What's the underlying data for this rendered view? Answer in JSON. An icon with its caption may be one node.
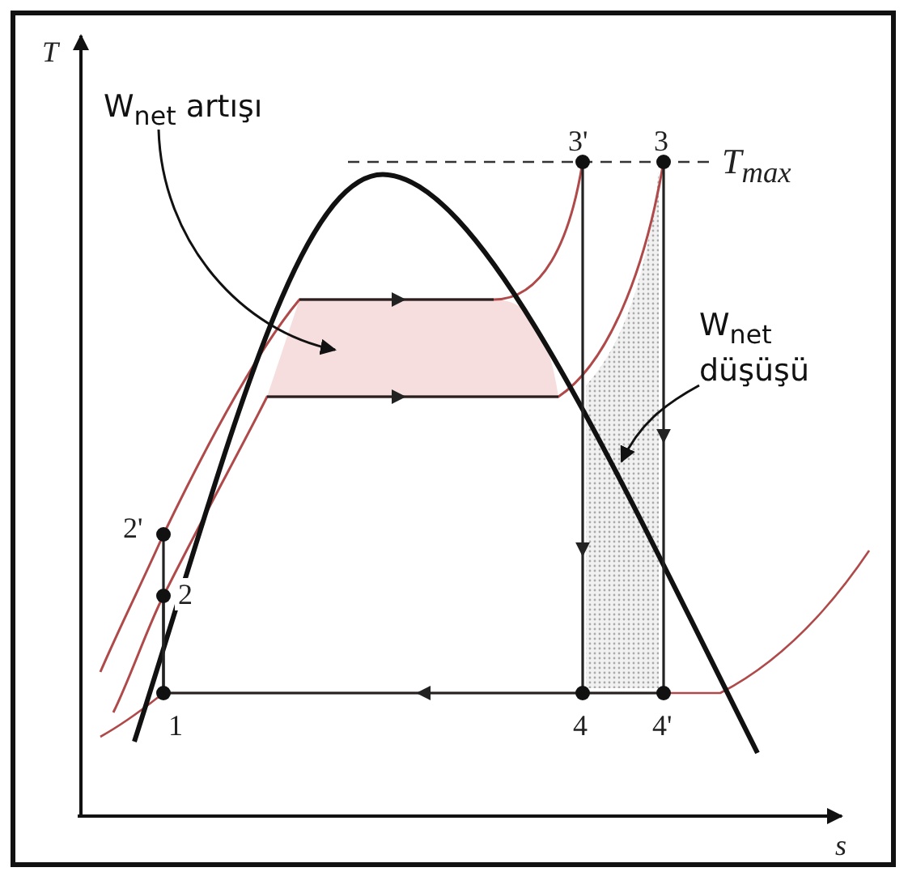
{
  "diagram": {
    "nodes": [
      {
        "text": [
          "W$_{net}$ artışı"
        ]
      },
      {
        "text": [],
        "shape": "area"
      },
      {
        "text": [
          "W$_{net}$ düşüşü"
        ]
      },
      {
        "text": [],
        "shape": "area"
      }
    ],
    "edges": [
      {
        "from": 0,
        "to": 1,
        "arrow": "to"
      },
      {
        "from": 2,
        "to": 3,
        "arrow": "to"
      }
    ],
    "labels": [
      "T",
      "3'",
      "3",
      "T$_{max}$",
      "2'",
      "2",
      "1",
      "4",
      "4'",
      "s"
    ]
  }
}
